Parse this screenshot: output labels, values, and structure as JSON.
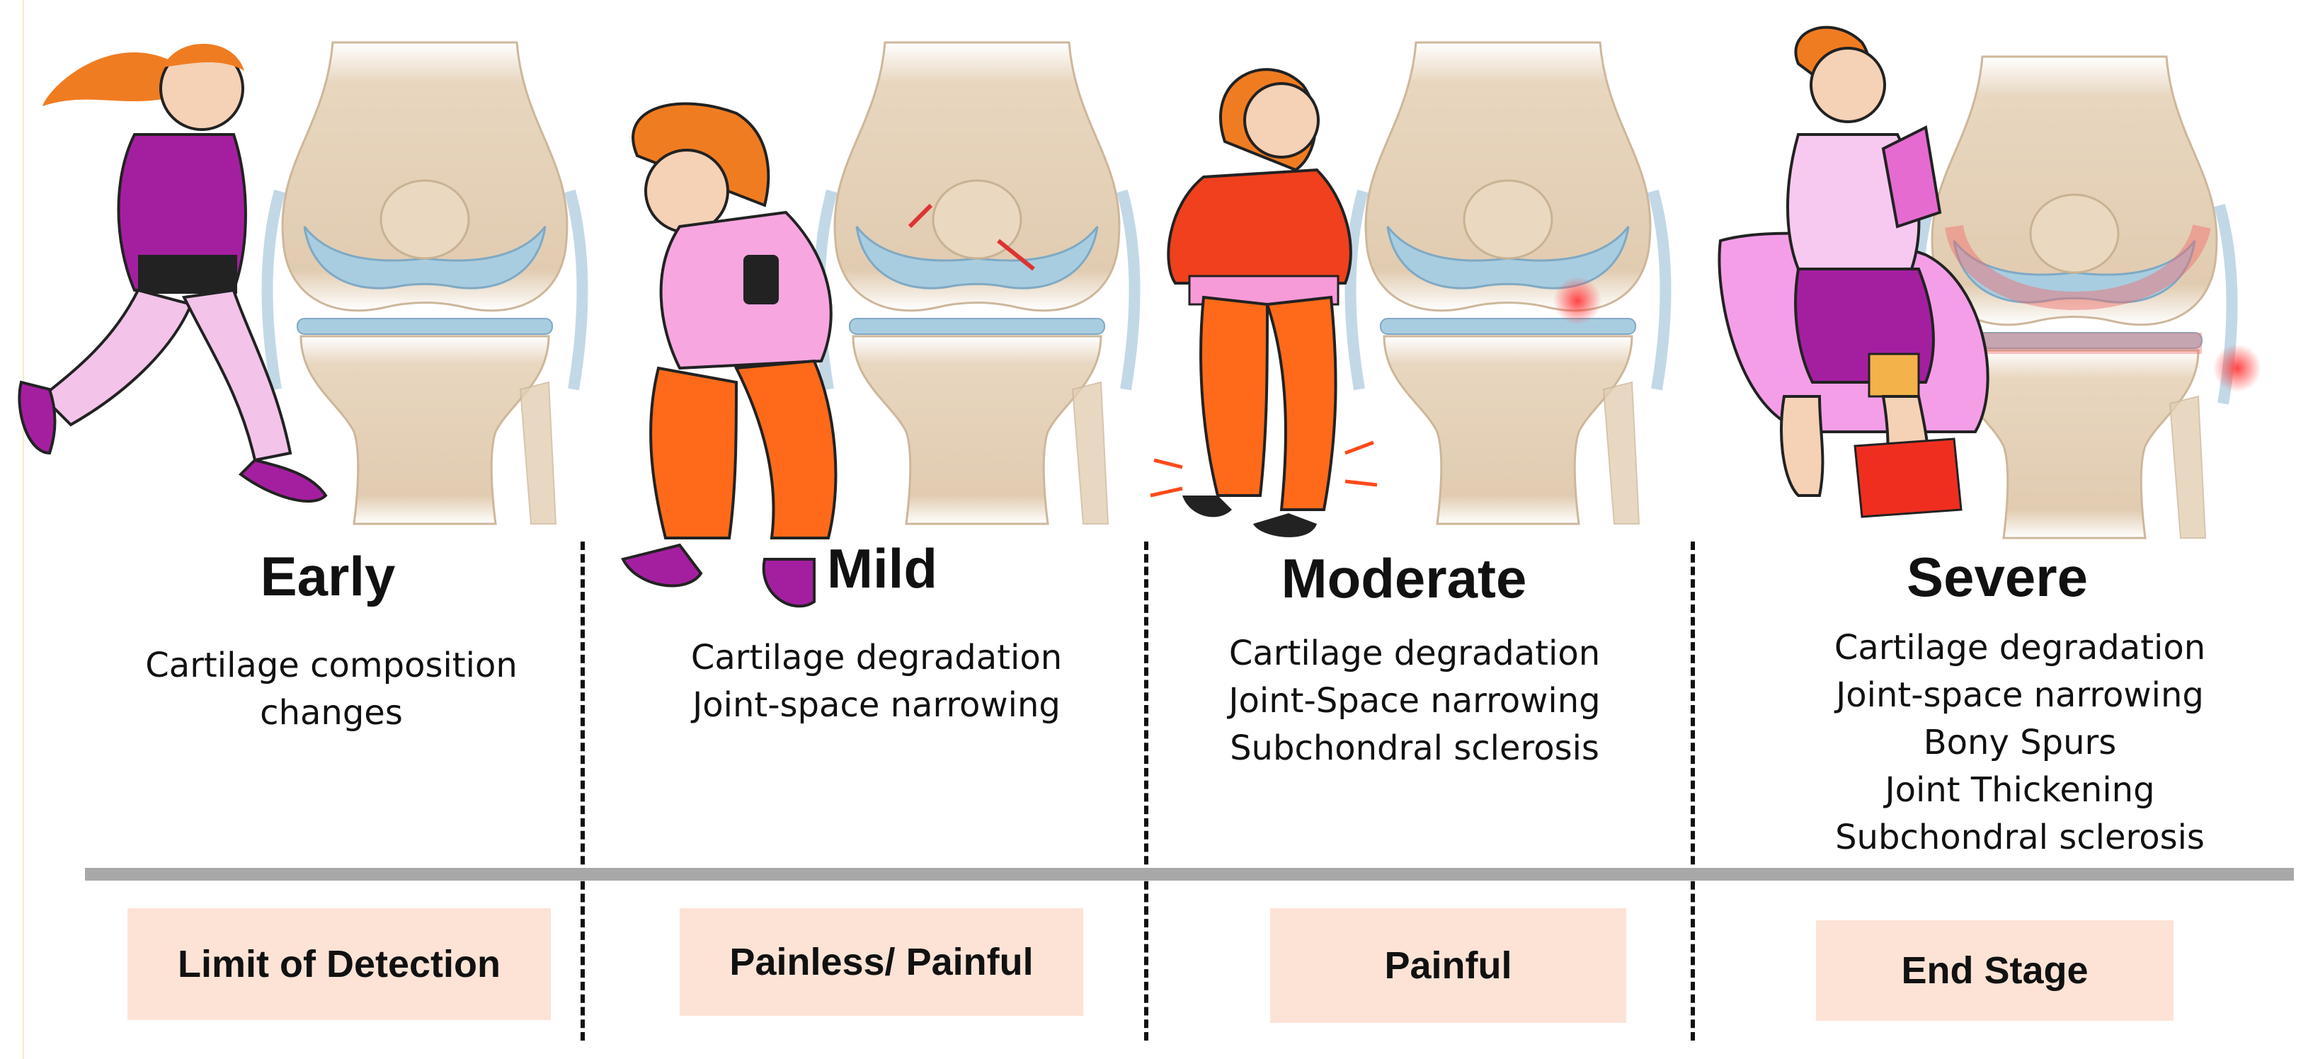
{
  "stages": [
    {
      "title": "Early",
      "lines": [
        "Cartilage composition",
        "changes"
      ],
      "badge": "Limit of Detection"
    },
    {
      "title": "Mild",
      "lines": [
        "Cartilage degradation",
        "Joint-space narrowing"
      ],
      "badge": "Painless/ Painful"
    },
    {
      "title": "Moderate",
      "lines": [
        "Cartilage degradation",
        "Joint-Space narrowing",
        "Subchondral sclerosis"
      ],
      "badge": "Painful"
    },
    {
      "title": "Severe",
      "lines": [
        "Cartilage degradation",
        "Joint-space narrowing",
        "Bony Spurs",
        "Joint Thickening",
        "Subchondral sclerosis"
      ],
      "badge": "End Stage"
    }
  ],
  "colors": {
    "badge_bg": "#fde3d6",
    "timeline": "#a8a8a8",
    "bone": "#e6d2b8",
    "cartilage": "#a9cde0",
    "inflammation": "#f06a6a",
    "hair": "#f07c22"
  },
  "icons": [
    "jogging-woman-icon",
    "bent-over-woman-icon",
    "limping-woman-icon",
    "seated-woman-icon",
    "knee-joint-icon",
    "pain-spot-icon"
  ]
}
